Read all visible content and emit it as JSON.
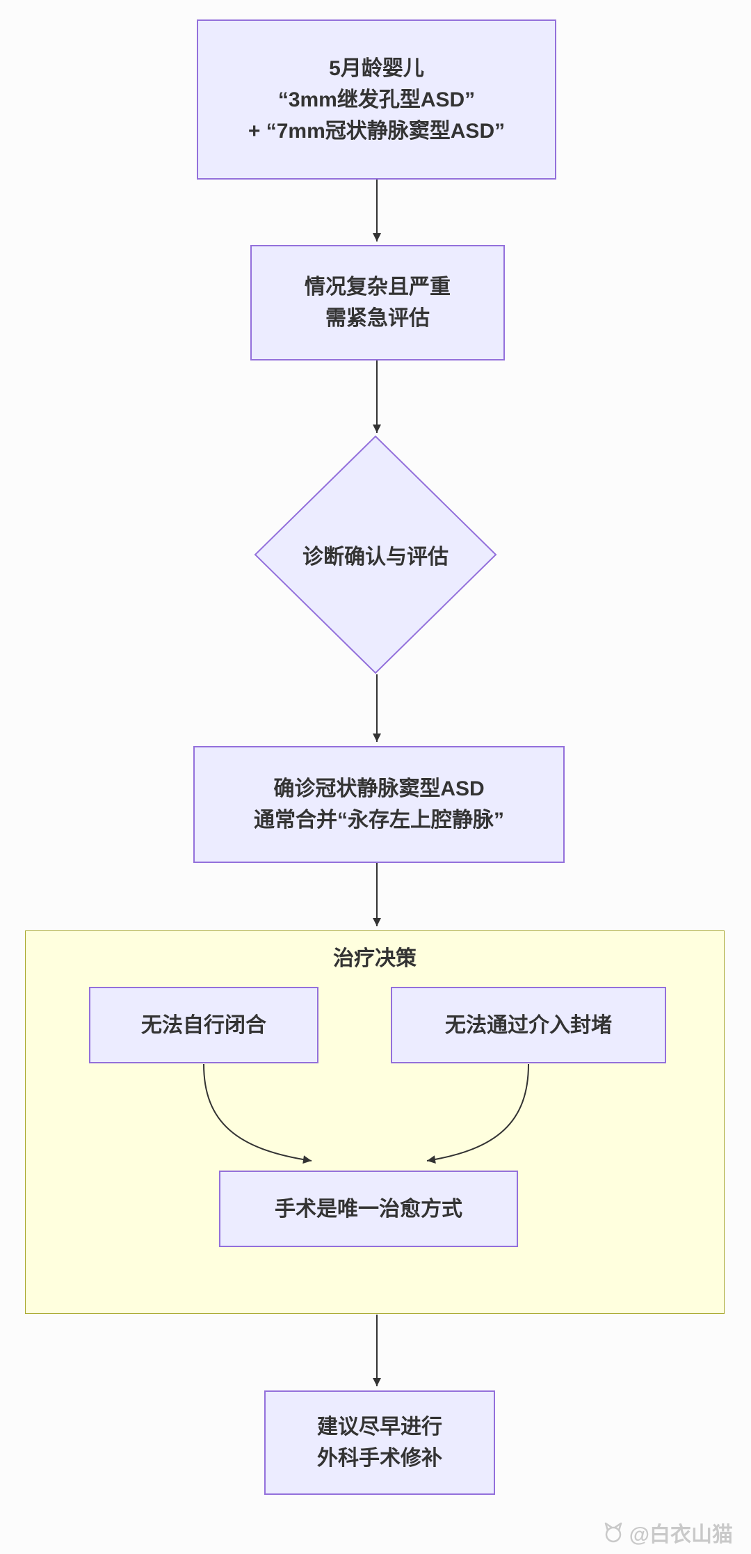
{
  "colors": {
    "background": "#fcfcfc",
    "node_fill": "#ECECFF",
    "node_border": "#9370DB",
    "subgraph_fill": "#FFFFDE",
    "subgraph_border": "#AAAA33",
    "arrow": "#333333",
    "text": "#333333",
    "watermark": "#c9c9c9"
  },
  "nodes": {
    "patient": {
      "lines": [
        "5月龄婴儿",
        "“3mm继发孔型ASD”",
        "+ “7mm冠状静脉窦型ASD”"
      ]
    },
    "urgent": {
      "lines": [
        "情况复杂且严重",
        "需紧急评估"
      ]
    },
    "diagnosis": {
      "label": "诊断确认与评估"
    },
    "confirmed": {
      "lines": [
        "确诊冠状静脉窦型ASD",
        "通常合并“永存左上腔静脉”"
      ]
    },
    "treatment": {
      "title": "治疗决策",
      "cannot_self_close": "无法自行闭合",
      "cannot_intervention": "无法通过介入封堵",
      "surgery_only": "手术是唯一治愈方式"
    },
    "recommendation": {
      "lines": [
        "建议尽早进行",
        "外科手术修补"
      ]
    }
  },
  "watermark": {
    "handle": "@白衣山猫"
  }
}
